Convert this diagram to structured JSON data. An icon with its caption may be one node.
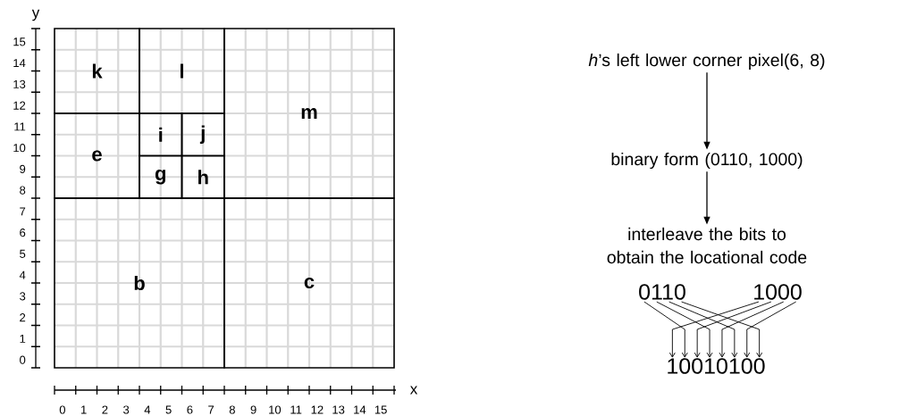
{
  "diagram": {
    "nodes": [
      {
        "text": [
          "k"
        ]
      },
      {
        "text": [
          "l"
        ]
      },
      {
        "text": [
          "m"
        ]
      },
      {
        "text": [
          "e"
        ]
      },
      {
        "text": [
          "i"
        ]
      },
      {
        "text": [
          "j"
        ]
      },
      {
        "text": [
          "g"
        ]
      },
      {
        "text": [
          "h"
        ]
      },
      {
        "text": [
          "b"
        ]
      },
      {
        "text": [
          "c"
        ]
      },
      {
        "text": [
          "*h*’s left lower corner pixel(6, 8)"
        ]
      },
      {
        "text": [
          "binary form (0110, 1000)"
        ]
      },
      {
        "text": [
          "interleave the bits to obtain the locational code"
        ]
      },
      {
        "text": [
          "0110"
        ]
      },
      {
        "text": [
          "1000"
        ]
      },
      {
        "text": [
          "10010100"
        ]
      }
    ],
    "edges": [
      {
        "from": 10,
        "to": 11,
        "arrow": "to"
      },
      {
        "from": 11,
        "to": 12,
        "arrow": "to"
      },
      {
        "from": 13,
        "to": 15,
        "arrow": "to"
      },
      {
        "from": 13,
        "to": 15,
        "arrow": "to"
      },
      {
        "from": 13,
        "to": 15,
        "arrow": "to"
      },
      {
        "from": 13,
        "to": 15,
        "arrow": "to"
      },
      {
        "from": 14,
        "to": 15,
        "arrow": "to"
      },
      {
        "from": 14,
        "to": 15,
        "arrow": "to"
      },
      {
        "from": 14,
        "to": 15,
        "arrow": "to"
      },
      {
        "from": 14,
        "to": 15,
        "arrow": "to"
      }
    ],
    "labels": [
      "y",
      "15",
      "14",
      "13",
      "12",
      "11",
      "10",
      "9",
      "8",
      "7",
      "6",
      "5",
      "4",
      "3",
      "2",
      "1",
      "0",
      "0",
      "1",
      "2",
      "3",
      "4",
      "5",
      "6",
      "7",
      "8",
      "9",
      "10",
      "11",
      "12",
      "13",
      "14",
      "15",
      "x"
    ]
  }
}
